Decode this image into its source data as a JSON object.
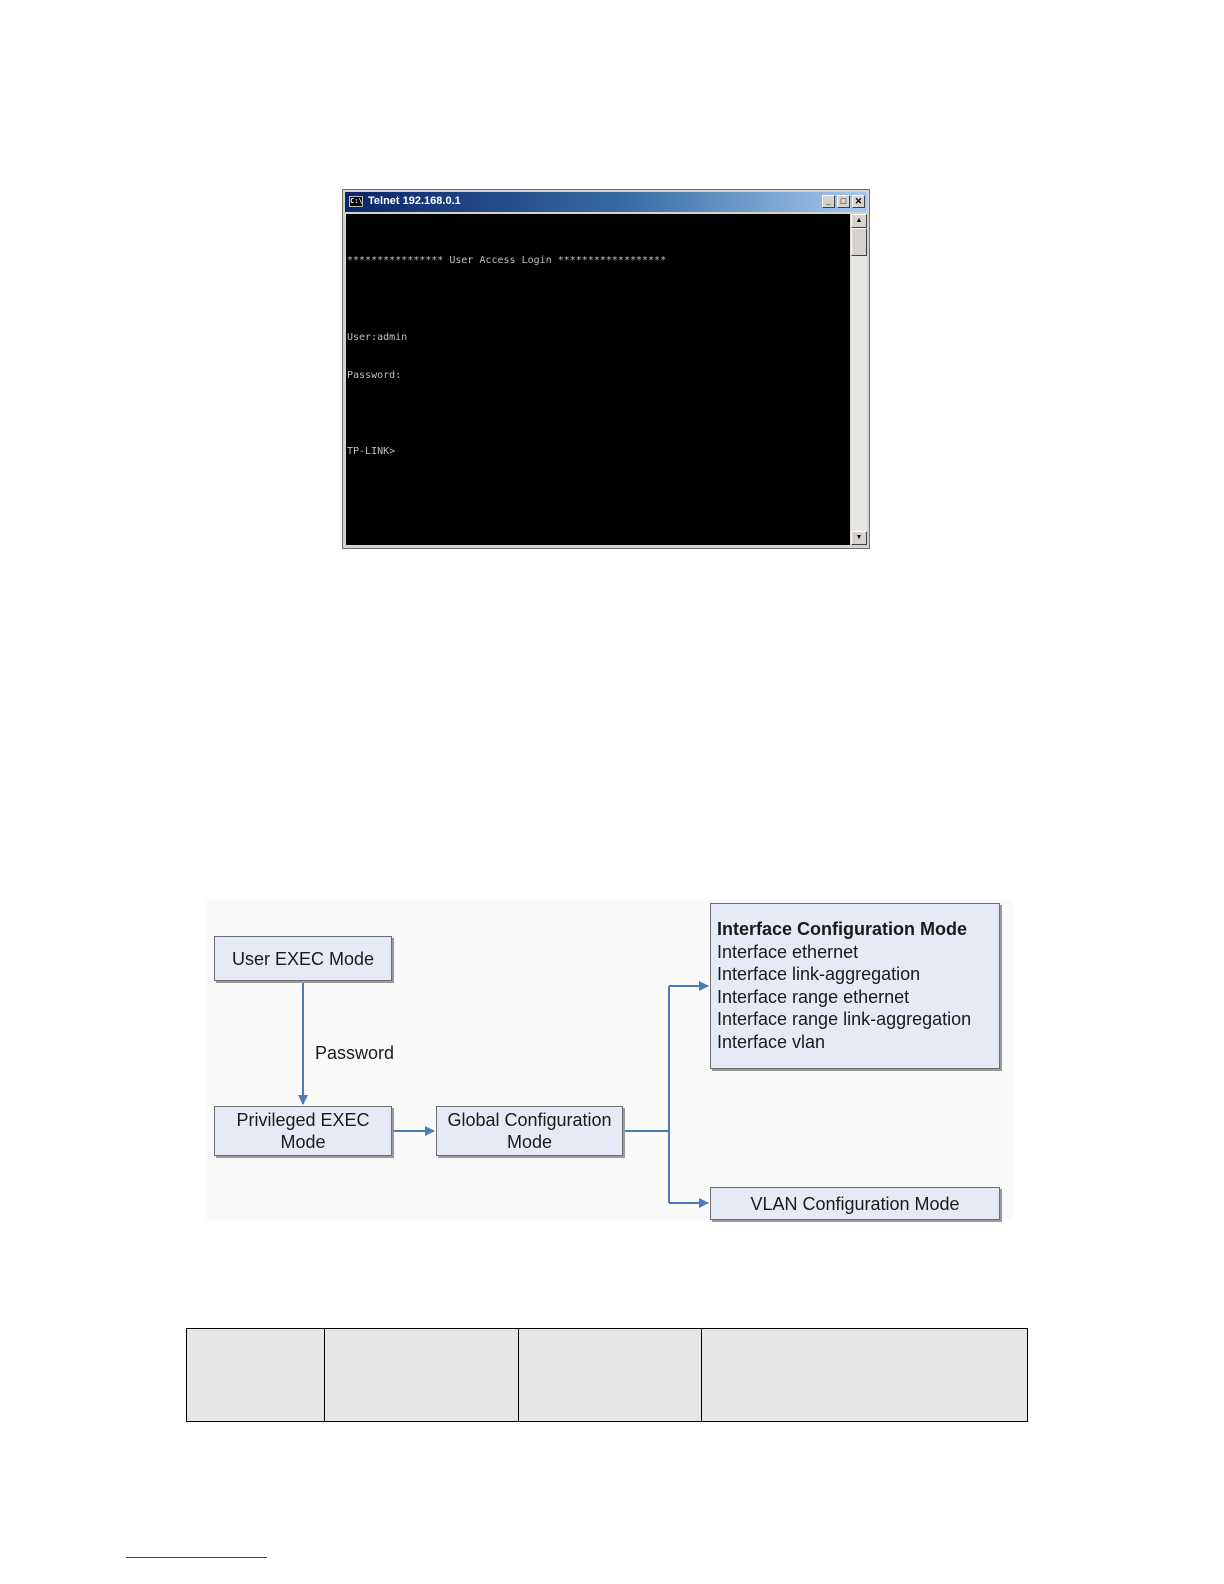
{
  "telnet": {
    "title": "Telnet 192.168.0.1",
    "icon_text": "C:\\",
    "controls": {
      "minimize": "_",
      "maximize": "□",
      "close": "✕"
    },
    "lines": [
      "**************** User Access Login ******************",
      "",
      "User:admin",
      "Password:",
      "",
      "TP-LINK>"
    ],
    "scrollbar": {
      "up": "▲",
      "down": "▼"
    }
  },
  "diagram": {
    "user_exec": "User EXEC Mode",
    "password_label": "Password",
    "privileged_exec": [
      "Privileged EXEC",
      "Mode"
    ],
    "global_config": [
      "Global Configuration",
      "Mode"
    ],
    "interface_config": {
      "title": "Interface Configuration Mode",
      "items": [
        "Interface ethernet",
        "Interface link-aggregation",
        "Interface range ethernet",
        "Interface range link-aggregation",
        "Interface vlan"
      ]
    },
    "vlan_config": "VLAN Configuration Mode",
    "connector_color": "#4a7ebb"
  },
  "table": {
    "columns": 4,
    "cells": [
      "",
      "",
      "",
      ""
    ]
  }
}
